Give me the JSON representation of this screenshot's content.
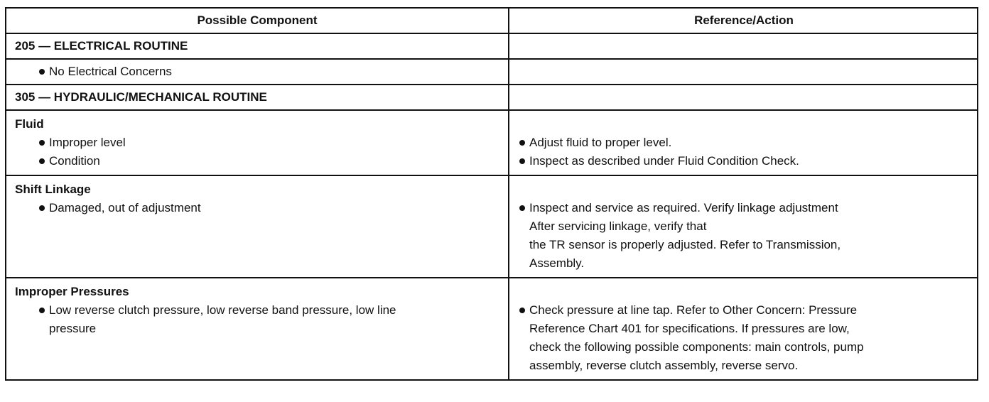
{
  "header": {
    "col1": "Possible Component",
    "col2": "Reference/Action"
  },
  "sections": {
    "electrical": {
      "title": "205 — ELECTRICAL ROUTINE",
      "item": "No Electrical Concerns"
    },
    "hydraulic": {
      "title": "305 — HYDRAULIC/MECHANICAL ROUTINE"
    }
  },
  "fluid": {
    "title": "Fluid",
    "items": [
      "Improper level",
      "Condition"
    ],
    "actions": [
      "Adjust fluid to proper level.",
      "Inspect as described under Fluid Condition Check."
    ]
  },
  "shift": {
    "title": "Shift Linkage",
    "item": "Damaged, out of adjustment",
    "action": "Inspect and service as required. Verify linkage adjustment",
    "note_lines": [
      "After servicing linkage, verify that",
      "the TR sensor is properly adjusted. Refer to Transmission,",
      "Assembly."
    ]
  },
  "pressure": {
    "title": "Improper Pressures",
    "item_lines": [
      "Low reverse clutch pressure, low reverse band pressure, low line",
      "pressure"
    ],
    "action_lines": [
      "Check pressure at line tap. Refer to Other Concern: Pressure",
      "Reference Chart 401 for specifications. If pressures are low,",
      "check the following possible components: main controls, pump",
      "assembly, reverse clutch assembly, reverse servo."
    ]
  }
}
